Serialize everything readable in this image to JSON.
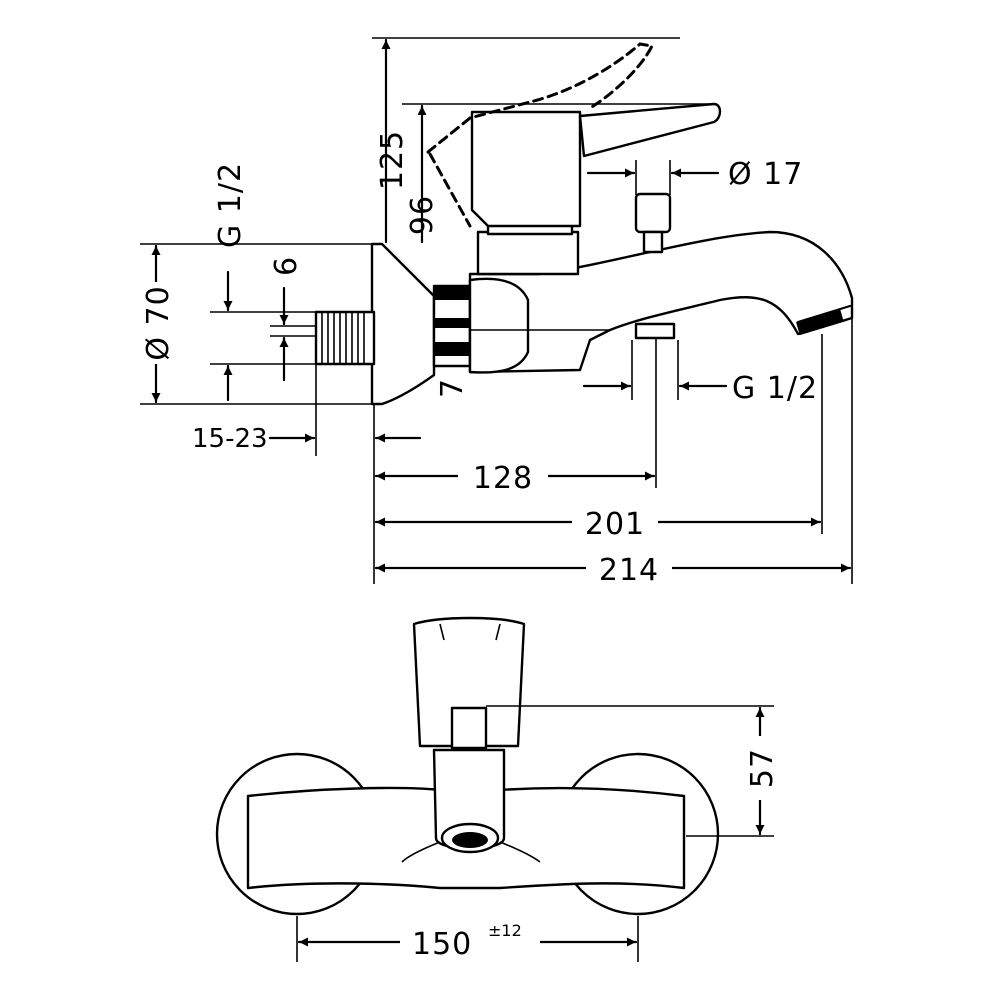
{
  "dimensions": {
    "height_overall": "125",
    "height_spout": "96",
    "dia_handshower": "Ø 17",
    "thread_inlet": "G 1/2",
    "offset_6": "6",
    "offset_7": "7",
    "dia_escutcheon": "Ø 70",
    "wall_range": "15-23",
    "depth_128": "128",
    "depth_201": "201",
    "depth_214": "214",
    "thread_outlet": "G 1/2",
    "height_57": "57",
    "centers_value": "150",
    "centers_tolerance": "±12"
  },
  "colors": {
    "line": "#000000",
    "background": "#ffffff"
  }
}
